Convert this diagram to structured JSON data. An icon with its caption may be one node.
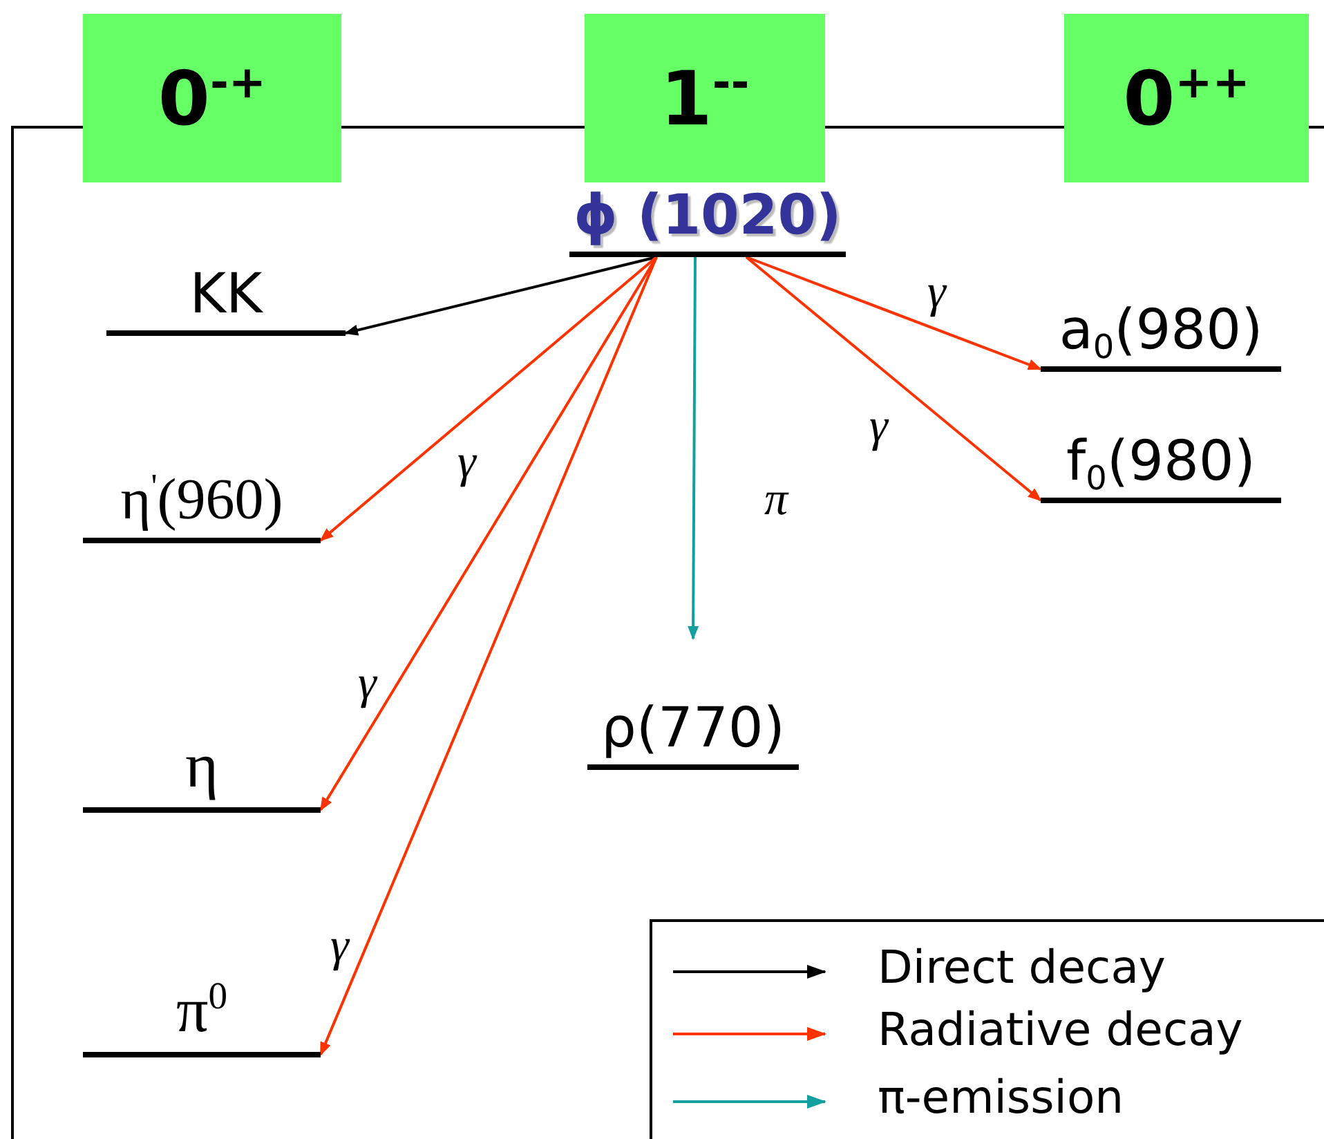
{
  "diagram": {
    "nodes": [
      {
        "text": [
          "0$^{-+}$"
        ]
      },
      {
        "text": [
          "1$^{--}$"
        ]
      },
      {
        "text": [
          "0$^{++}$"
        ]
      },
      {
        "text": [
          "ϕ (1020)"
        ]
      },
      {
        "text": [
          "KK"
        ]
      },
      {
        "text": [
          "η$^{'}$(960)"
        ]
      },
      {
        "text": [
          "η"
        ]
      },
      {
        "text": [
          "π$^{0}$"
        ]
      },
      {
        "text": [
          "ρ(770)"
        ]
      },
      {
        "text": [
          "a$_{0}$(980)"
        ]
      },
      {
        "text": [
          "f$_{0}$(980)"
        ]
      }
    ],
    "edges": [
      {
        "from": 3,
        "to": 4,
        "arrow": "to",
        "color": "#000000"
      },
      {
        "from": 3,
        "to": 5,
        "arrow": "to",
        "label": "γ"
      },
      {
        "from": 3,
        "to": 6,
        "arrow": "to",
        "label": "γ"
      },
      {
        "from": 3,
        "to": 7,
        "arrow": "to",
        "label": "γ"
      },
      {
        "from": 3,
        "to": 8,
        "arrow": "to",
        "label": "π",
        "color": "#14a0a0"
      },
      {
        "from": 3,
        "to": 9,
        "arrow": "to",
        "label": "γ"
      },
      {
        "from": 3,
        "to": 10,
        "arrow": "to",
        "label": "γ"
      }
    ],
    "legend": [
      {
        "text": "Direct decay"
      },
      {
        "text": "Radiative decay"
      },
      {
        "text": "π-emission"
      }
    ]
  }
}
